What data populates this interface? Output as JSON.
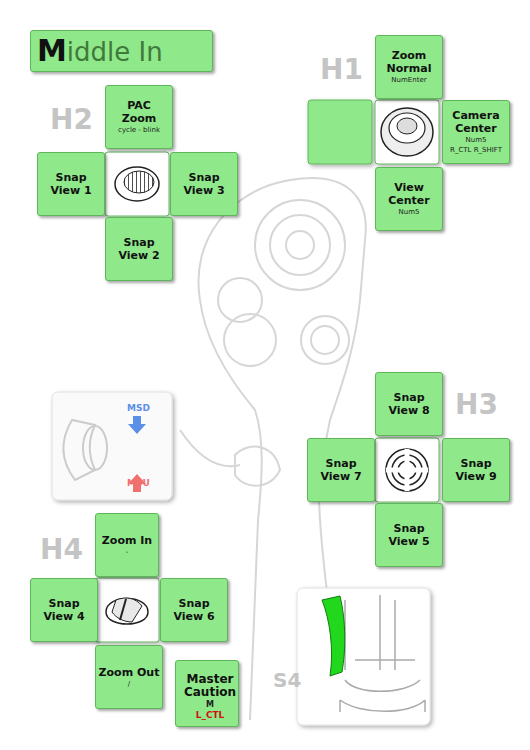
{
  "diagram": {
    "title": "Middle In",
    "nodes": [
      {
        "text": [
          "Zoom Normal",
          "NumEnter"
        ]
      },
      {
        "text": [
          "Camera Center",
          "Num5",
          "R_CTL R_SHIFT"
        ]
      },
      {
        "text": [
          "View Center",
          "Num5"
        ]
      },
      {
        "text": [
          "PAC Zoom",
          "cycle - blink"
        ]
      },
      {
        "text": [
          "Snap View 1"
        ]
      },
      {
        "text": [
          "Snap View 3"
        ]
      },
      {
        "text": [
          "Snap View 2"
        ]
      },
      {
        "text": [
          "Snap View 8"
        ]
      },
      {
        "text": [
          "Snap View 7"
        ]
      },
      {
        "text": [
          "Snap View 9"
        ]
      },
      {
        "text": [
          "Snap View 5"
        ]
      },
      {
        "text": [
          "Zoom In",
          "-"
        ]
      },
      {
        "text": [
          "Snap View 4"
        ]
      },
      {
        "text": [
          "Snap View 6"
        ]
      },
      {
        "text": [
          "Zoom Out",
          "/"
        ]
      },
      {
        "text": [
          "Master Caution",
          "M",
          "L_CTL"
        ]
      }
    ],
    "labels": [
      "H1",
      "H2",
      "H3",
      "H4",
      "S4",
      "MSD",
      "MSU"
    ]
  }
}
